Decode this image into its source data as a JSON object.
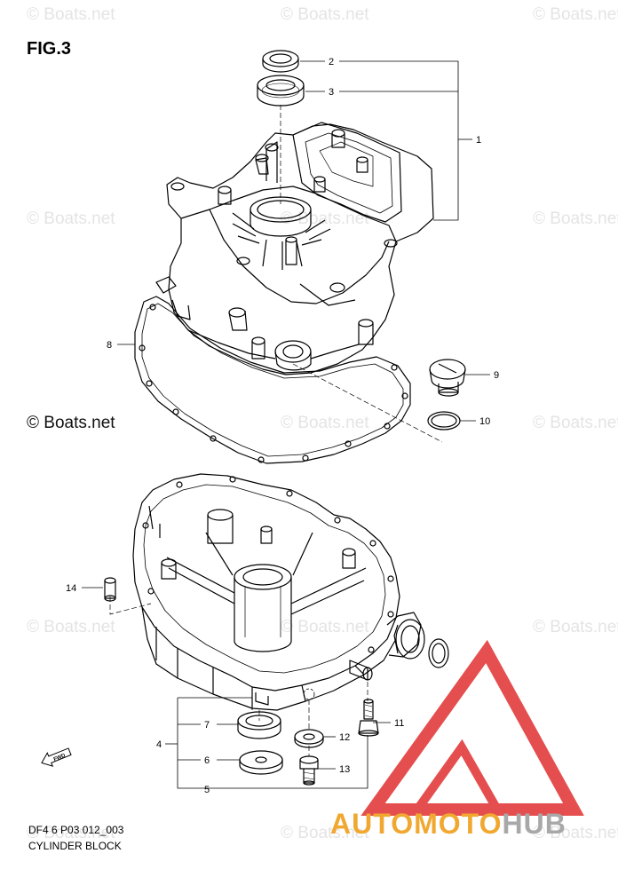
{
  "figure": {
    "title": "FIG.3"
  },
  "watermark": {
    "text": "© Boats.net"
  },
  "footer": {
    "code": "DF4 6 P03 012_003",
    "caption": "CYLINDER BLOCK"
  },
  "brand": {
    "part1": "AUTOMOTO",
    "part2": "HUB",
    "color1": "#f0a830",
    "color2": "#a8a8a8",
    "triangle_color": "#e03030"
  },
  "forward_marker": {
    "text": "FWD"
  },
  "callouts": [
    "1",
    "2",
    "3",
    "4",
    "5",
    "6",
    "7",
    "8",
    "9",
    "10",
    "11",
    "12",
    "13",
    "14"
  ]
}
